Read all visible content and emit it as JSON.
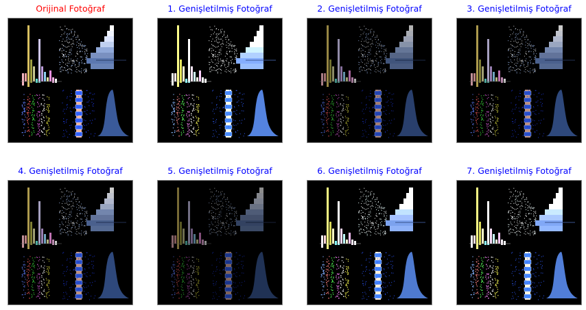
{
  "panels": [
    {
      "title": "Orijinal Fotoğraf",
      "color": "#ff0000",
      "brightness": 1.0
    },
    {
      "title": "1. Genişletilmiş Fotoğraf",
      "color": "#0000ff",
      "brightness": 1.45
    },
    {
      "title": "2. Genişletilmiş Fotoğraf",
      "color": "#0000ff",
      "brightness": 0.7
    },
    {
      "title": "3. Genişletilmiş Fotoğraf",
      "color": "#0000ff",
      "brightness": 0.8
    },
    {
      "title": "4. Genişletilmiş Fotoğraf",
      "color": "#0000ff",
      "brightness": 0.8
    },
    {
      "title": "5. Genişletilmiş Fotoğraf",
      "color": "#0000ff",
      "brightness": 0.55
    },
    {
      "title": "6. Genişletilmiş Fotoğraf",
      "color": "#0000ff",
      "brightness": 1.35
    },
    {
      "title": "7. Genişletilmiş Fotoğraf",
      "color": "#0000ff",
      "brightness": 1.4
    }
  ]
}
